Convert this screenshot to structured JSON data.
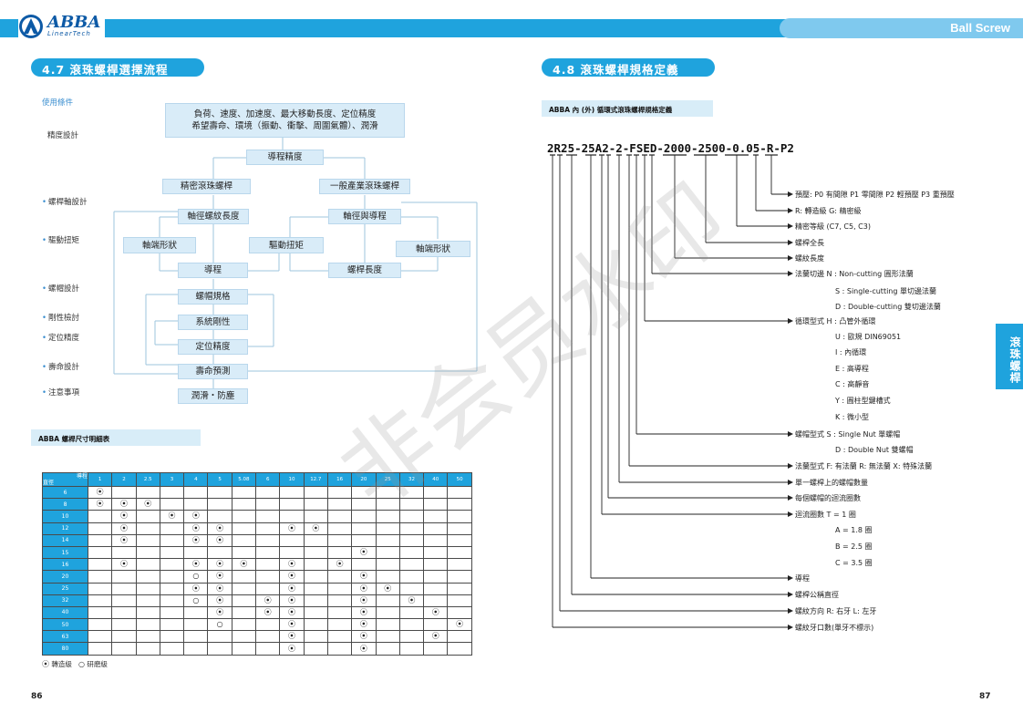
{
  "header": {
    "logo_text": "ABBA",
    "logo_sub": "LinearTech",
    "right_title": "Ball Screw"
  },
  "left": {
    "section_title": "4.7 滾珠螺桿選擇流程",
    "conditions_label": "使用條件",
    "precision_label": "精度設計",
    "top_box_line1": "負荷、速度、加速度、最大移動長度、定位精度",
    "top_box_line2": "希望壽命、環境（振動、衝擊、周圍氣體）、潤滑",
    "side_labels": [
      "螺桿軸設計",
      "驅動扭矩",
      "螺帽設計",
      "剛性檢討",
      "定位精度",
      "壽命設計",
      "注意事項"
    ],
    "flow": {
      "lead_precision": "導程精度",
      "precision_ball": "精密滾珠螺桿",
      "general_ball": "一般產業滾珠螺桿",
      "shaft_thread_len": "軸徑螺紋長度",
      "shaft_lead": "軸徑與導程",
      "shaft_end_left": "軸端形狀",
      "drive_torque": "驅動扭矩",
      "shaft_end_right": "軸端形狀",
      "lead": "導程",
      "screw_length": "螺桿長度",
      "nut_spec": "螺帽規格",
      "rigidity": "系統剛性",
      "positioning": "定位精度",
      "life": "壽命預測",
      "lubrication": "潤滑・防塵"
    },
    "table_title": "ABBA 螺桿尺寸明細表",
    "table_corner_top": "導程",
    "table_corner_bottom": "直徑",
    "leads": [
      "1",
      "2",
      "2.5",
      "3",
      "4",
      "5",
      "5.08",
      "6",
      "10",
      "12.7",
      "16",
      "20",
      "25",
      "32",
      "40",
      "50"
    ],
    "rows": [
      {
        "d": "6",
        "v": [
          "R",
          "",
          "",
          "",
          "",
          "",
          "",
          "",
          "",
          "",
          "",
          "",
          "",
          "",
          "",
          ""
        ]
      },
      {
        "d": "8",
        "v": [
          "R",
          "R",
          "R",
          "",
          "",
          "",
          "",
          "",
          "",
          "",
          "",
          "",
          "",
          "",
          "",
          ""
        ]
      },
      {
        "d": "10",
        "v": [
          "",
          "R",
          "",
          "R",
          "R",
          "",
          "",
          "",
          "",
          "",
          "",
          "",
          "",
          "",
          "",
          ""
        ]
      },
      {
        "d": "12",
        "v": [
          "",
          "R",
          "",
          "",
          "R",
          "R",
          "",
          "",
          "R",
          "R",
          "",
          "",
          "",
          "",
          "",
          ""
        ]
      },
      {
        "d": "14",
        "v": [
          "",
          "R",
          "",
          "",
          "R",
          "R",
          "",
          "",
          "",
          "",
          "",
          "",
          "",
          "",
          "",
          ""
        ]
      },
      {
        "d": "15",
        "v": [
          "",
          "",
          "",
          "",
          "",
          "",
          "",
          "",
          "",
          "",
          "",
          "R",
          "",
          "",
          "",
          ""
        ]
      },
      {
        "d": "16",
        "v": [
          "",
          "R",
          "",
          "",
          "R",
          "R",
          "R",
          "",
          "R",
          "",
          "R",
          "",
          "",
          "",
          "",
          ""
        ]
      },
      {
        "d": "20",
        "v": [
          "",
          "",
          "",
          "",
          "G",
          "R",
          "",
          "",
          "R",
          "",
          "",
          "R",
          "",
          "",
          "",
          ""
        ]
      },
      {
        "d": "25",
        "v": [
          "",
          "",
          "",
          "",
          "R",
          "R",
          "",
          "",
          "R",
          "",
          "",
          "R",
          "R",
          "",
          "",
          ""
        ]
      },
      {
        "d": "32",
        "v": [
          "",
          "",
          "",
          "",
          "G",
          "R",
          "",
          "R",
          "R",
          "",
          "",
          "R",
          "",
          "R",
          "",
          ""
        ]
      },
      {
        "d": "40",
        "v": [
          "",
          "",
          "",
          "",
          "",
          "R",
          "",
          "R",
          "R",
          "",
          "",
          "R",
          "",
          "",
          "R",
          ""
        ]
      },
      {
        "d": "50",
        "v": [
          "",
          "",
          "",
          "",
          "",
          "G",
          "",
          "",
          "R",
          "",
          "",
          "R",
          "",
          "",
          "",
          "R"
        ]
      },
      {
        "d": "63",
        "v": [
          "",
          "",
          "",
          "",
          "",
          "",
          "",
          "",
          "R",
          "",
          "",
          "R",
          "",
          "",
          "R",
          ""
        ]
      },
      {
        "d": "80",
        "v": [
          "",
          "",
          "",
          "",
          "",
          "",
          "",
          "",
          "R",
          "",
          "",
          "R",
          "",
          "",
          "",
          ""
        ]
      }
    ],
    "legend_rolled": "轉造級",
    "legend_ground": "研磨級",
    "page_number": "86"
  },
  "right": {
    "section_title": "4.8 滾珠螺桿規格定義",
    "sub_title": "ABBA 內 (外) 循環式滾珠螺桿規格定義",
    "code": "2R25-25A2-2-FSED-2000-2500-0.05-R-P2",
    "defs": [
      "預壓: P0 有間隙   P1 零間隙   P2 輕預壓   P3 重預壓",
      "R: 轉造級   G: 精密級",
      "精密等級 (C7, C5, C3)",
      "螺桿全長",
      "螺紋長度",
      "法蘭切邊  N : Non-cutting 圓形法蘭",
      "S : Single-cutting 單切邊法蘭",
      "D : Double-cutting 雙切邊法蘭",
      "循環型式  H : 凸管外循環",
      "U : 歐規 DIN69051",
      "I : 內循環",
      "E : 高導程",
      "C : 高靜音",
      "Y : 圓柱型鍵槽式",
      "K : 微小型",
      "螺帽型式  S : Single Nut 單螺帽",
      "D : Double Nut 雙螺帽",
      "法蘭型式  F: 有法蘭   R: 無法蘭   X: 特殊法蘭",
      "單一螺桿上的螺帽數量",
      "每個螺帽的迴流圈數",
      "迴流圈數  T = 1 圈",
      "A = 1.8 圈",
      "B = 2.5 圈",
      "C = 3.5 圈",
      "導程",
      "螺桿公稱直徑",
      "螺紋方向  R: 右牙   L: 左牙",
      "螺紋牙口數(單牙不標示)"
    ],
    "side_tab": "滾珠螺桿",
    "page_number": "87"
  },
  "watermark": "非会员水印",
  "colors": {
    "accent": "#1fa3dd",
    "box": "#d9ecf8"
  }
}
